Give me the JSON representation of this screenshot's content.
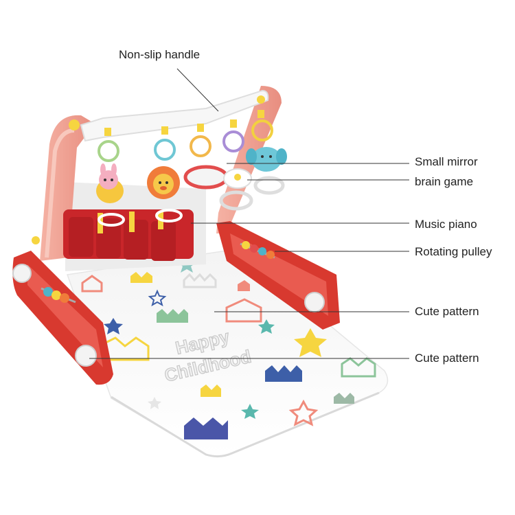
{
  "image": {
    "mat_text_line1": "Happy",
    "mat_text_line2": "Childhood"
  },
  "callouts": {
    "handle": "Non-slip handle",
    "mirror": "Small mirror",
    "brain_game": "brain game",
    "piano": "Music piano",
    "pulley": "Rotating pulley",
    "pattern_1": "Cute pattern",
    "pattern_2": "Cute pattern"
  },
  "colors": {
    "frame_pink": "#f2a596",
    "frame_red": "#d8392f",
    "piano_red": "#c9262a",
    "mat_white": "#fbfbfb",
    "callout_line": "#333333"
  }
}
